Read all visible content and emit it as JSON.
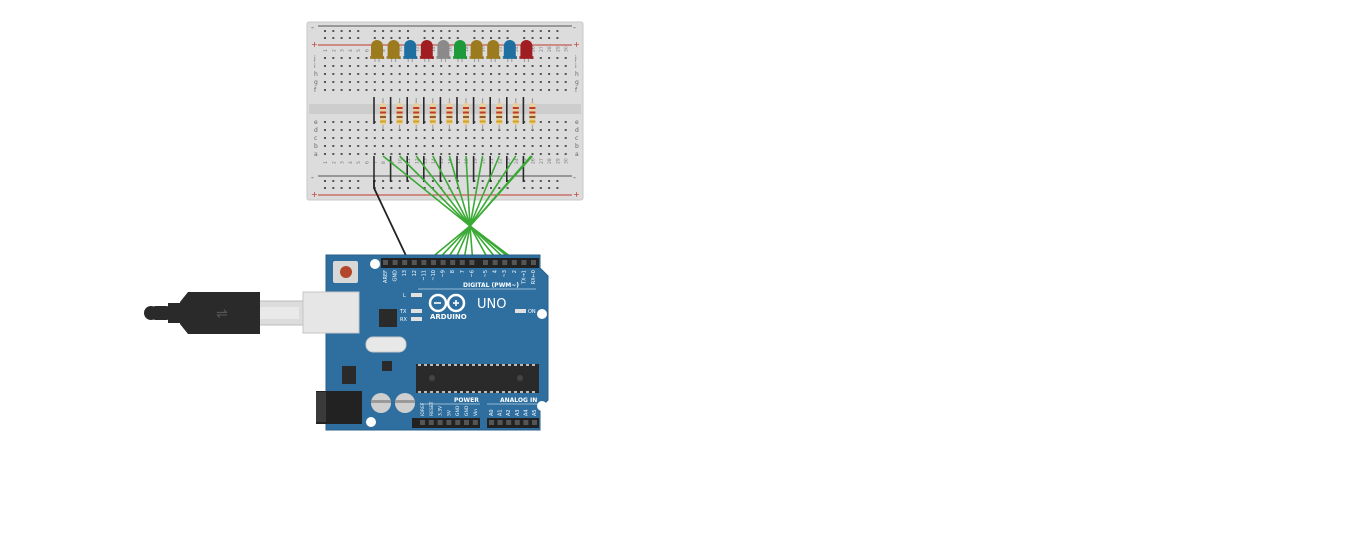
{
  "board": {
    "brand": "ARDUINO",
    "model": "UNO",
    "digital_header_label": "DIGITAL (PWM~)",
    "power_label": "POWER",
    "analog_label": "ANALOG IN",
    "on_label": "ON",
    "led_l_label": "L",
    "tx_label": "TX",
    "rx_label": "RX",
    "digital_pins": [
      "AREF",
      "GND",
      "13",
      "12",
      "~11",
      "~10",
      "~9",
      "8",
      "7",
      "~6",
      "~5",
      "4",
      "~3",
      "2",
      "TX→1",
      "RX←0"
    ],
    "power_pins": [
      "IOREF",
      "RESET",
      "3.3V",
      "5V",
      "GND",
      "GND",
      "Vin"
    ],
    "analog_pins": [
      "A0",
      "A1",
      "A2",
      "A3",
      "A4",
      "A5"
    ]
  },
  "breadboard": {
    "row_letters_top": [
      "j",
      "i",
      "h",
      "g",
      "f"
    ],
    "row_letters_bottom": [
      "e",
      "d",
      "c",
      "b",
      "a"
    ],
    "rail_plus": "+",
    "rail_minus": "-",
    "column_numbers": [
      "1",
      "2",
      "3",
      "4",
      "5",
      "6",
      "7",
      "8",
      "9",
      "10",
      "11",
      "12",
      "13",
      "14",
      "15",
      "16",
      "17",
      "18",
      "19",
      "20",
      "21",
      "22",
      "23",
      "24",
      "25",
      "26",
      "27",
      "28",
      "29",
      "30"
    ]
  },
  "leds": [
    {
      "color": "#9c7a1e"
    },
    {
      "color": "#9c7a1e"
    },
    {
      "color": "#1f6fa0"
    },
    {
      "color": "#a01e22"
    },
    {
      "color": "#8a8a8a"
    },
    {
      "color": "#1f9a3a"
    },
    {
      "color": "#9c7a1e"
    },
    {
      "color": "#9c7a1e"
    },
    {
      "color": "#1f6fa0"
    },
    {
      "color": "#a01e22"
    }
  ],
  "resistor_count": 10,
  "wire_colors": {
    "signal": "#3aaa35",
    "ground": "#222222"
  },
  "colors": {
    "board": "#2e6fa0",
    "breadboard": "#dcdcdc",
    "usb_cable": "#2a2a2a"
  }
}
